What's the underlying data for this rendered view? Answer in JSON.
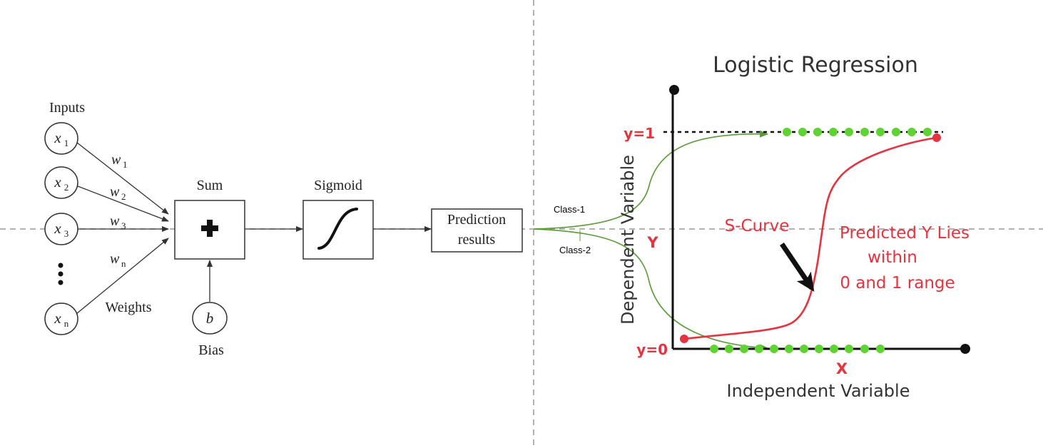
{
  "perceptron": {
    "inputs_label": "Inputs",
    "inputs": [
      {
        "base": "x",
        "sub": "1"
      },
      {
        "base": "x",
        "sub": "2"
      },
      {
        "base": "x",
        "sub": "3"
      },
      {
        "base": "x",
        "sub": "n"
      }
    ],
    "weights": [
      {
        "base": "w",
        "sub": "1"
      },
      {
        "base": "w",
        "sub": "2"
      },
      {
        "base": "w",
        "sub": "3"
      },
      {
        "base": "w",
        "sub": "n"
      }
    ],
    "weights_label": "Weights",
    "sum_label": "Sum",
    "sigmoid_label": "Sigmoid",
    "bias_symbol": "b",
    "bias_label": "Bias",
    "prediction_line1": "Prediction",
    "prediction_line2": "results"
  },
  "classes": {
    "class1": "Class-1",
    "class2": "Class-2"
  },
  "logistic": {
    "title": "Logistic Regression",
    "y1_label": "y=1",
    "y0_label": "y=0",
    "y_axis_letter": "Y",
    "x_axis_letter": "X",
    "y_axis_title": "Dependent Variable",
    "x_axis_title": "Independent Variable",
    "curve_label": "S-Curve",
    "note_line1": "Predicted Y Lies",
    "note_line2": "within",
    "note_line3": "0 and 1 range",
    "colors": {
      "red": "#e5333f",
      "green_dot": "#5fd332",
      "green_arrow": "#5a9a3a"
    }
  }
}
